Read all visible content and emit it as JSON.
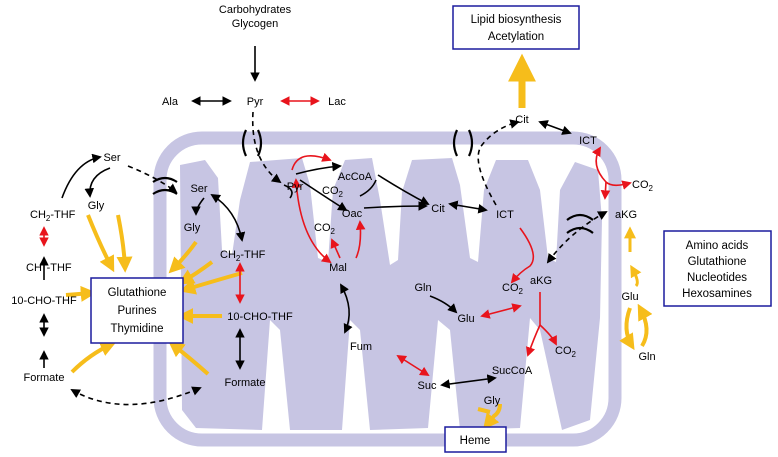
{
  "colors": {
    "mito_fill": "#c7c5e3",
    "black_arrow": "#000000",
    "red_arrow": "#e8141c",
    "yellow_arrow": "#f6bd1b",
    "box_border": "#1c1c9e"
  },
  "labels": {
    "carbohydrates": "Carbohydrates",
    "glycogen": "Glycogen",
    "ala": "Ala",
    "pyr_top": "Pyr",
    "lac": "Lac",
    "ser_top": "Ser",
    "gly_cyto": "Gly",
    "ch2thf_cyto_main": "CH",
    "ch2thf_cyto_sub": "2",
    "ch2thf_cyto_tail": "-THF",
    "chthf_main": "CH",
    "chthf_sup": "+",
    "chthf_tail": "-THF",
    "cho_thf_cyto": "10-CHO-THF",
    "formate_cyto": "Formate",
    "ser_mito": "Ser",
    "gly_mito": "Gly",
    "ch2thf_mito_main": "CH",
    "ch2thf_mito_sub": "2",
    "ch2thf_mito_tail": "-THF",
    "cho_thf_mito": "10-CHO-THF",
    "formate_mito": "Formate",
    "pyr_mito": "Pyr",
    "co2_a_main": "CO",
    "co2_a_sub": "2",
    "acCoA": "AcCoA",
    "oac": "Oac",
    "co2_b_main": "CO",
    "co2_b_sub": "2",
    "mal": "Mal",
    "cit_mito": "Cit",
    "ict_mito": "ICT",
    "gln_mito": "Gln",
    "glu_mito": "Glu",
    "co2_c_main": "CO",
    "co2_c_sub": "2",
    "akg_mito": "aKG",
    "fum": "Fum",
    "suc": "Suc",
    "sucCoA": "SucCoA",
    "co2_d_main": "CO",
    "co2_d_sub": "2",
    "gly_heme": "Gly",
    "cit_cyto": "Cit",
    "ict_cyto": "ICT",
    "co2_e_main": "CO",
    "co2_e_sub": "2",
    "akg_cyto": "aKG",
    "glu_cyto": "Glu",
    "gln_cyto": "Gln"
  },
  "boxes": {
    "lipid": [
      "Lipid biosynthesis",
      "Acetylation"
    ],
    "nucleo": [
      "Glutathione",
      "Purines",
      "Thymidine"
    ],
    "amino": [
      "Amino acids",
      "Glutathione",
      "Nucleotides",
      "Hexosamines"
    ],
    "heme": [
      "Heme"
    ]
  }
}
